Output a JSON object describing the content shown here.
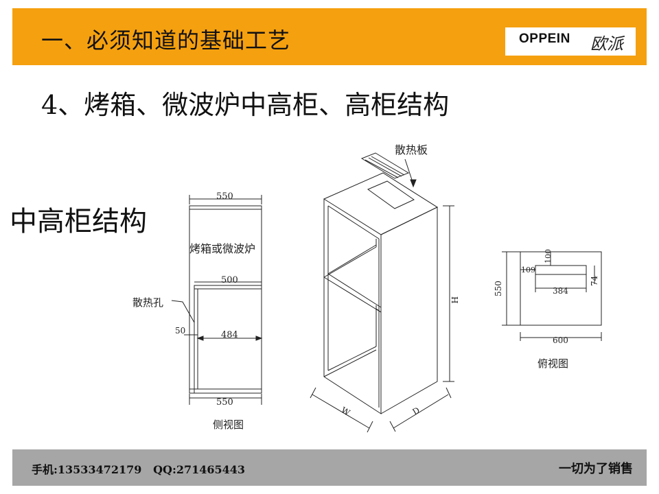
{
  "header": {
    "title": "一、必须知道的基础工艺"
  },
  "logo": {
    "brand": "OPPEIN",
    "brand_cn": "欧派"
  },
  "subtitle": "4、烤箱、微波炉中高柜、高柜结构",
  "left_heading": "中高柜结构",
  "side_view": {
    "top_width": "550",
    "appliance_label": "烤箱或微波炉",
    "inner_width": "500",
    "vent_label": "散热孔",
    "vent_offset": "50",
    "inner_depth": "484",
    "bottom_width": "550",
    "caption": "侧视图"
  },
  "iso_view": {
    "vent_panel_label": "散热板",
    "height_label": "H",
    "width_label": "W",
    "depth_label": "D"
  },
  "top_view": {
    "depth": "550",
    "offset_left": "109",
    "offset_top": "100",
    "slot_length": "384",
    "slot_width": "74",
    "width": "600",
    "caption": "俯视图"
  },
  "footer": {
    "contact": "手机:13533472179   QQ:271465443",
    "slogan": "一切为了销售"
  }
}
